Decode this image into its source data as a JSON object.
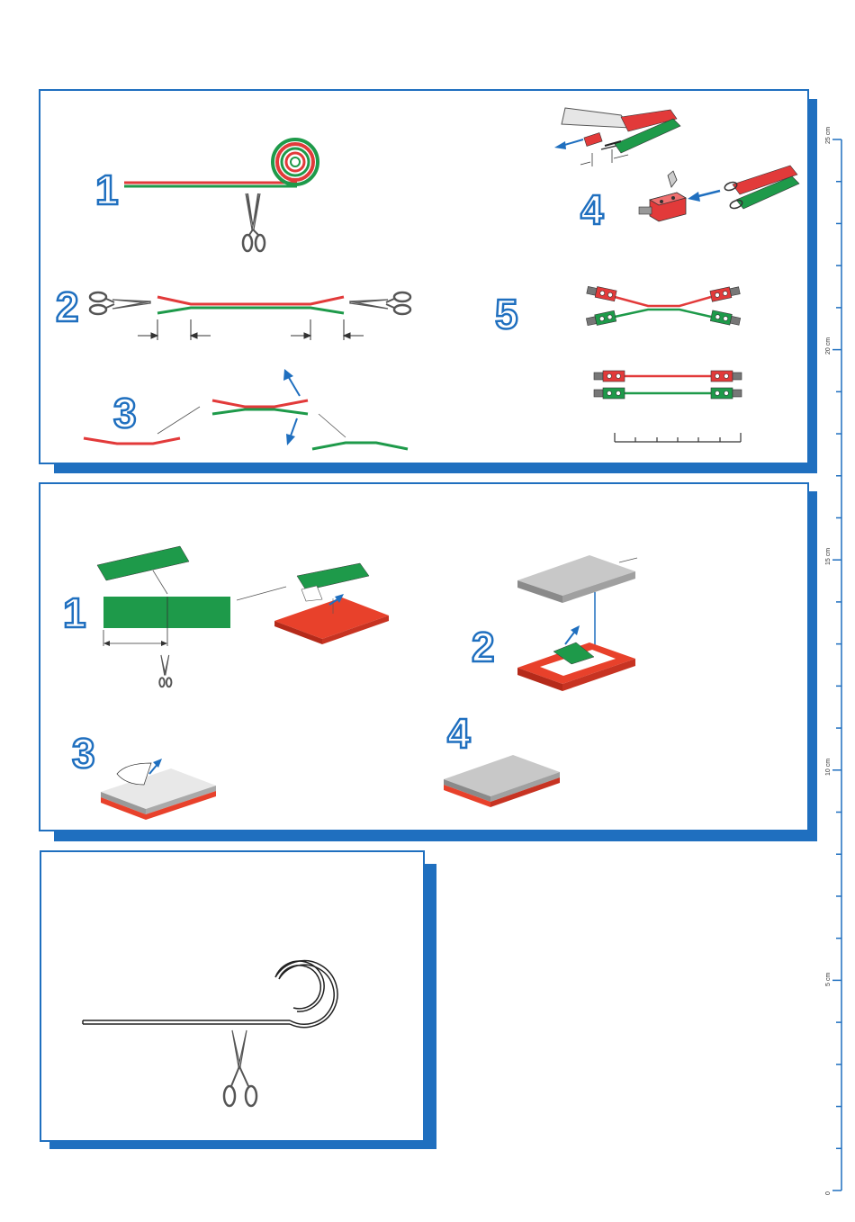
{
  "colors": {
    "accent": "#1f6fbf",
    "wire_red": "#e23a3a",
    "wire_green": "#1e9a4a",
    "pad_red": "#e8412b",
    "pad_grey": "#c8c8c8"
  },
  "panel1": {
    "steps": [
      "1",
      "2",
      "3",
      "4",
      "5"
    ]
  },
  "panel2": {
    "steps": [
      "1",
      "2",
      "3",
      "4"
    ]
  },
  "ruler": {
    "labels": [
      "25 cm",
      "20 cm",
      "15 cm",
      "10 cm",
      "5 cm",
      "0"
    ]
  },
  "icons": [
    "scissors-icon",
    "knife-icon",
    "connector-icon",
    "arrow-icon"
  ]
}
